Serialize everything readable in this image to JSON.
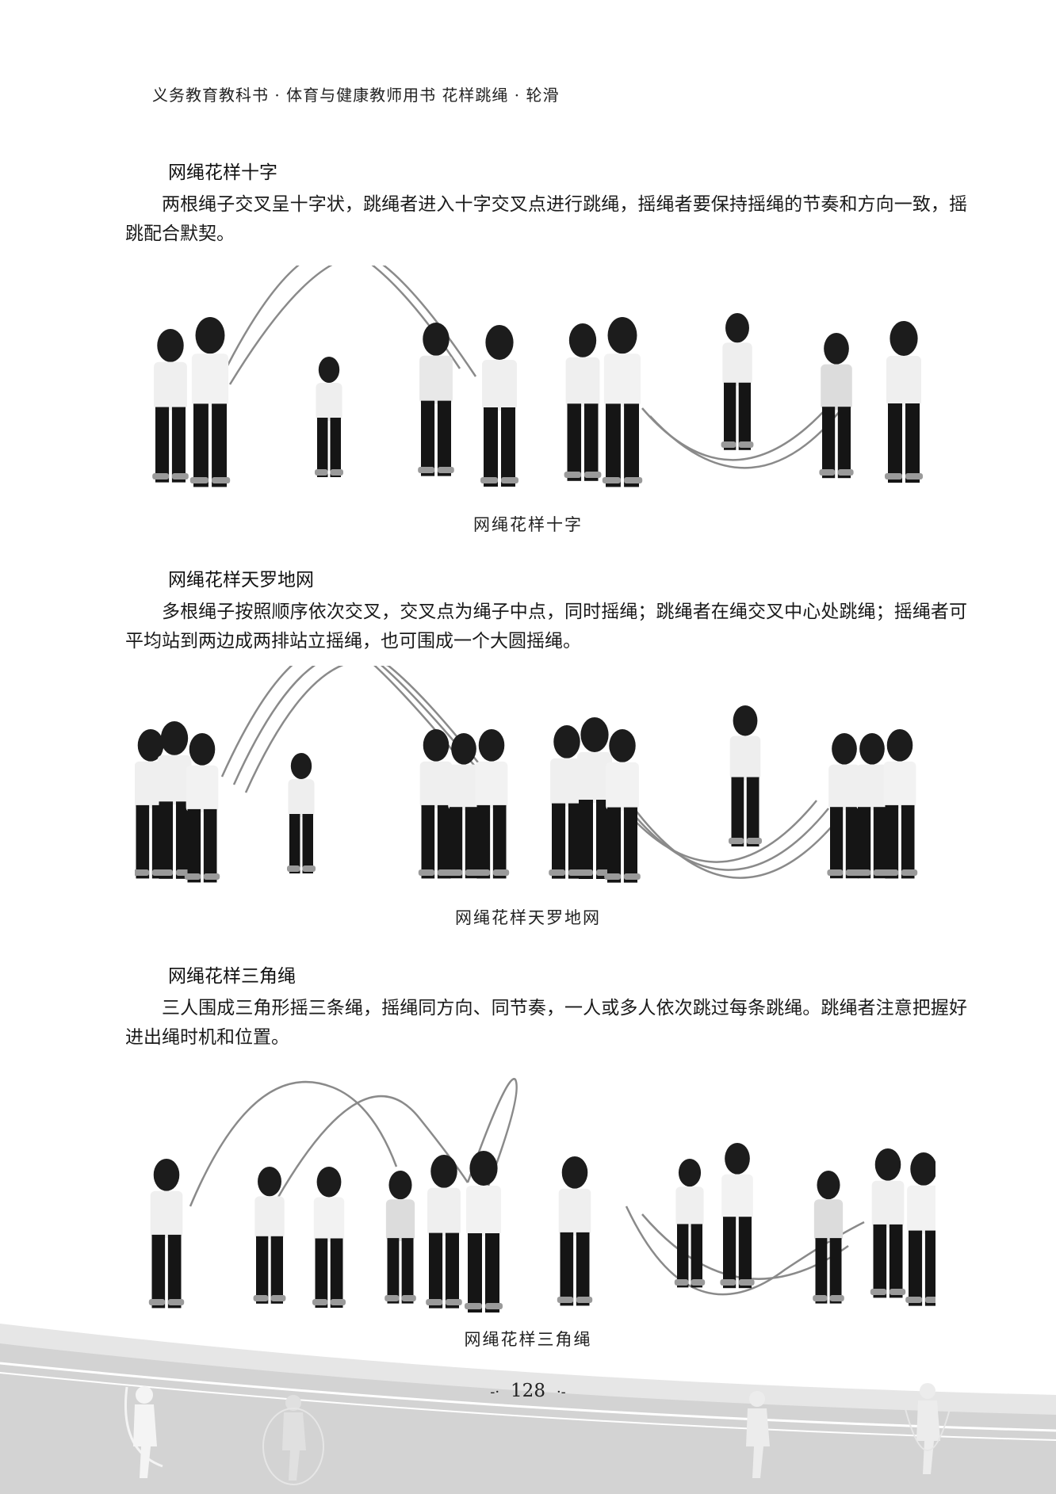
{
  "header": "义务教育教科书 · 体育与健康教师用书  花样跳绳 · 轮滑",
  "sections": [
    {
      "title": "网绳花样十字",
      "body": "两根绳子交叉呈十字状，跳绳者进入十字交叉点进行跳绳，摇绳者要保持摇绳的节奏和方向一致，摇跳配合默契。",
      "caption": "网绳花样十字"
    },
    {
      "title": "网绳花样天罗地网",
      "body": "多根绳子按照顺序依次交叉，交叉点为绳子中点，同时摇绳；跳绳者在绳交叉中心处跳绳；摇绳者可平均站到两边成两排站立摇绳，也可围成一个大圆摇绳。",
      "caption": "网绳花样天罗地网"
    },
    {
      "title": "网绳花样三角绳",
      "body": "三人围成三角形摇三条绳，摇绳同方向、同节奏，一人或多人依次跳过每条跳绳。跳绳者注意把握好进出绳时机和位置。",
      "caption": "网绳花样三角绳"
    }
  ],
  "page_number": "128",
  "page_number_left_mark": "-·",
  "page_number_right_mark": "·-"
}
